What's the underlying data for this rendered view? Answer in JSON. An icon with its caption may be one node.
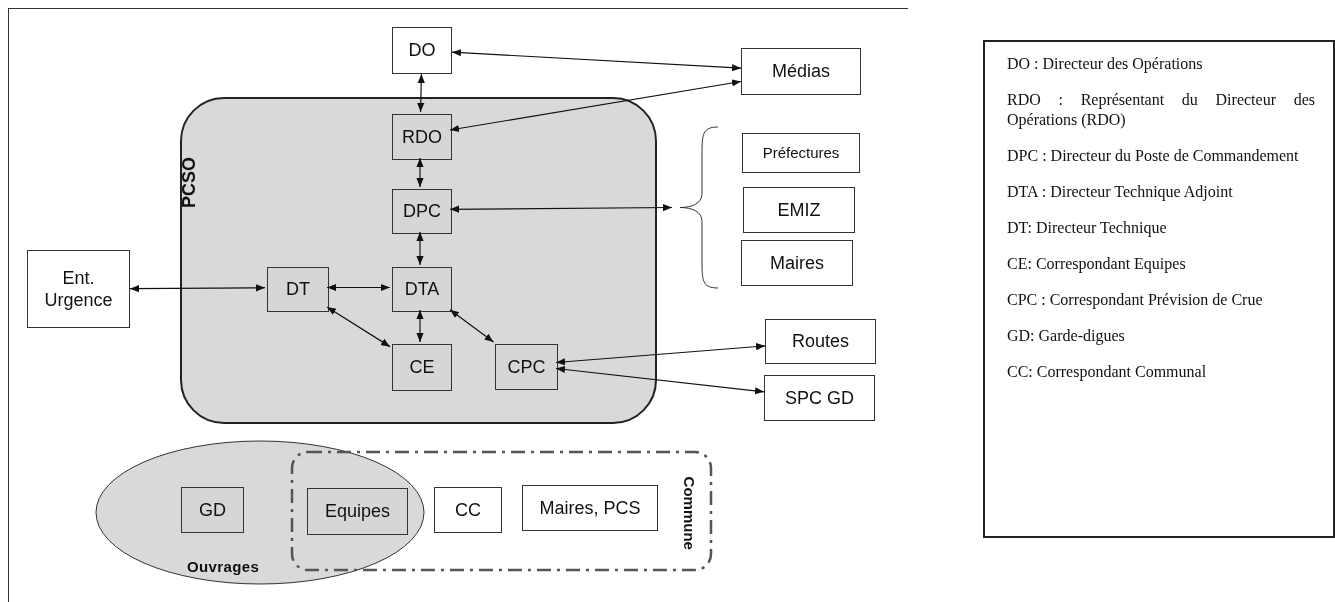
{
  "diagram": {
    "nodes": [
      {
        "text": [
          "PCSO"
        ]
      },
      {
        "text": [
          "DO"
        ]
      },
      {
        "text": [
          "Médias"
        ]
      },
      {
        "text": [
          "RDO"
        ],
        "in": 0
      },
      {
        "text": [
          "DPC"
        ],
        "in": 0
      },
      {
        "text": [
          "DT"
        ],
        "in": 0
      },
      {
        "text": [
          "DTA"
        ],
        "in": 0
      },
      {
        "text": [
          "CE"
        ],
        "in": 0
      },
      {
        "text": [
          "CPC"
        ],
        "in": 0
      },
      {
        "text": [
          "Ent. Urgence"
        ]
      },
      {
        "text": [],
        "shape": "brace"
      },
      {
        "text": [
          "Préfectures"
        ]
      },
      {
        "text": [
          "EMIZ"
        ]
      },
      {
        "text": [
          "Maires"
        ]
      },
      {
        "text": [
          "Routes"
        ]
      },
      {
        "text": [
          "SPC GD"
        ]
      },
      {
        "text": [
          "Ouvrages"
        ]
      },
      {
        "text": [
          "Commune"
        ]
      },
      {
        "text": [
          "GD"
        ],
        "in": 16
      },
      {
        "text": [
          "Equipes"
        ]
      },
      {
        "text": [
          "CC"
        ],
        "in": 17
      },
      {
        "text": [
          "Maires, PCS"
        ],
        "in": 17
      },
      {
        "text": [
          "DO : Directeur des Opérations",
          "RDO : Représentant du Directeur des Opérations (RDO)",
          "DPC : Directeur du Poste de Commandement",
          "DTA : Directeur Technique Adjoint",
          "DT: Directeur Technique",
          "CE: Correspondant Equipes",
          "CPC : Correspondant Prévision de Crue",
          "GD: Garde-digues",
          "CC: Correspondant Communal"
        ]
      }
    ],
    "edges": [
      {
        "from": 1,
        "to": 2,
        "arrow": "both"
      },
      {
        "from": 3,
        "to": 2,
        "arrow": "both"
      },
      {
        "from": 1,
        "to": 3,
        "arrow": "both"
      },
      {
        "from": 3,
        "to": 4,
        "arrow": "both"
      },
      {
        "from": 4,
        "to": 10,
        "arrow": "both"
      },
      {
        "from": 4,
        "to": 6,
        "arrow": "both"
      },
      {
        "from": 9,
        "to": 5,
        "arrow": "both"
      },
      {
        "from": 5,
        "to": 6,
        "arrow": "both"
      },
      {
        "from": 6,
        "to": 7,
        "arrow": "both"
      },
      {
        "from": 5,
        "to": 7,
        "arrow": "both"
      },
      {
        "from": 6,
        "to": 8,
        "arrow": "both"
      },
      {
        "from": 8,
        "to": 14,
        "arrow": "both"
      },
      {
        "from": 8,
        "to": 15,
        "arrow": "both"
      }
    ]
  }
}
